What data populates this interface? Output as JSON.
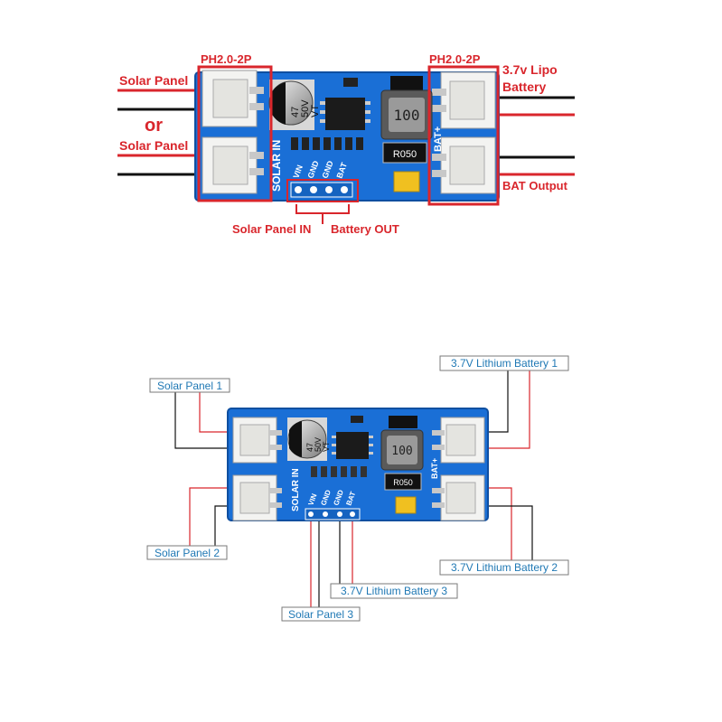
{
  "top": {
    "connector_left": "PH2.0-2P",
    "connector_right": "PH2.0-2P",
    "solar_panel_a": "Solar Panel",
    "or_word": "or",
    "solar_panel_b": "Solar Panel",
    "lipo_line1": "3.7v Lipo",
    "lipo_line2": "Battery",
    "bat_output": "BAT Output",
    "solar_panel_in": "Solar Panel IN",
    "battery_out": "Battery OUT"
  },
  "bottom": {
    "solar_panel_1": "Solar Panel 1",
    "solar_panel_2": "Solar Panel 2",
    "solar_panel_3": "Solar Panel 3",
    "battery_1": "3.7V Lithium Battery 1",
    "battery_2": "3.7V Lithium Battery 2",
    "battery_3": "3.7V Lithium Battery 3"
  },
  "board": {
    "solar_in": "SOLAR IN",
    "bat_plus": "BAT+",
    "pins": [
      "VIN",
      "GND",
      "GND",
      "BAT"
    ],
    "inductor": "100",
    "resistor": "R050",
    "cap_line1": "47",
    "cap_line2": "50V",
    "cap_line3": "VT",
    "plus": "+",
    "minus": "-"
  },
  "colors": {
    "pcb": "#1a6fd6",
    "label_red": "#d9262c",
    "label_blue": "#1f78b4",
    "wire_red": "#d9262c",
    "wire_black": "#111111"
  }
}
